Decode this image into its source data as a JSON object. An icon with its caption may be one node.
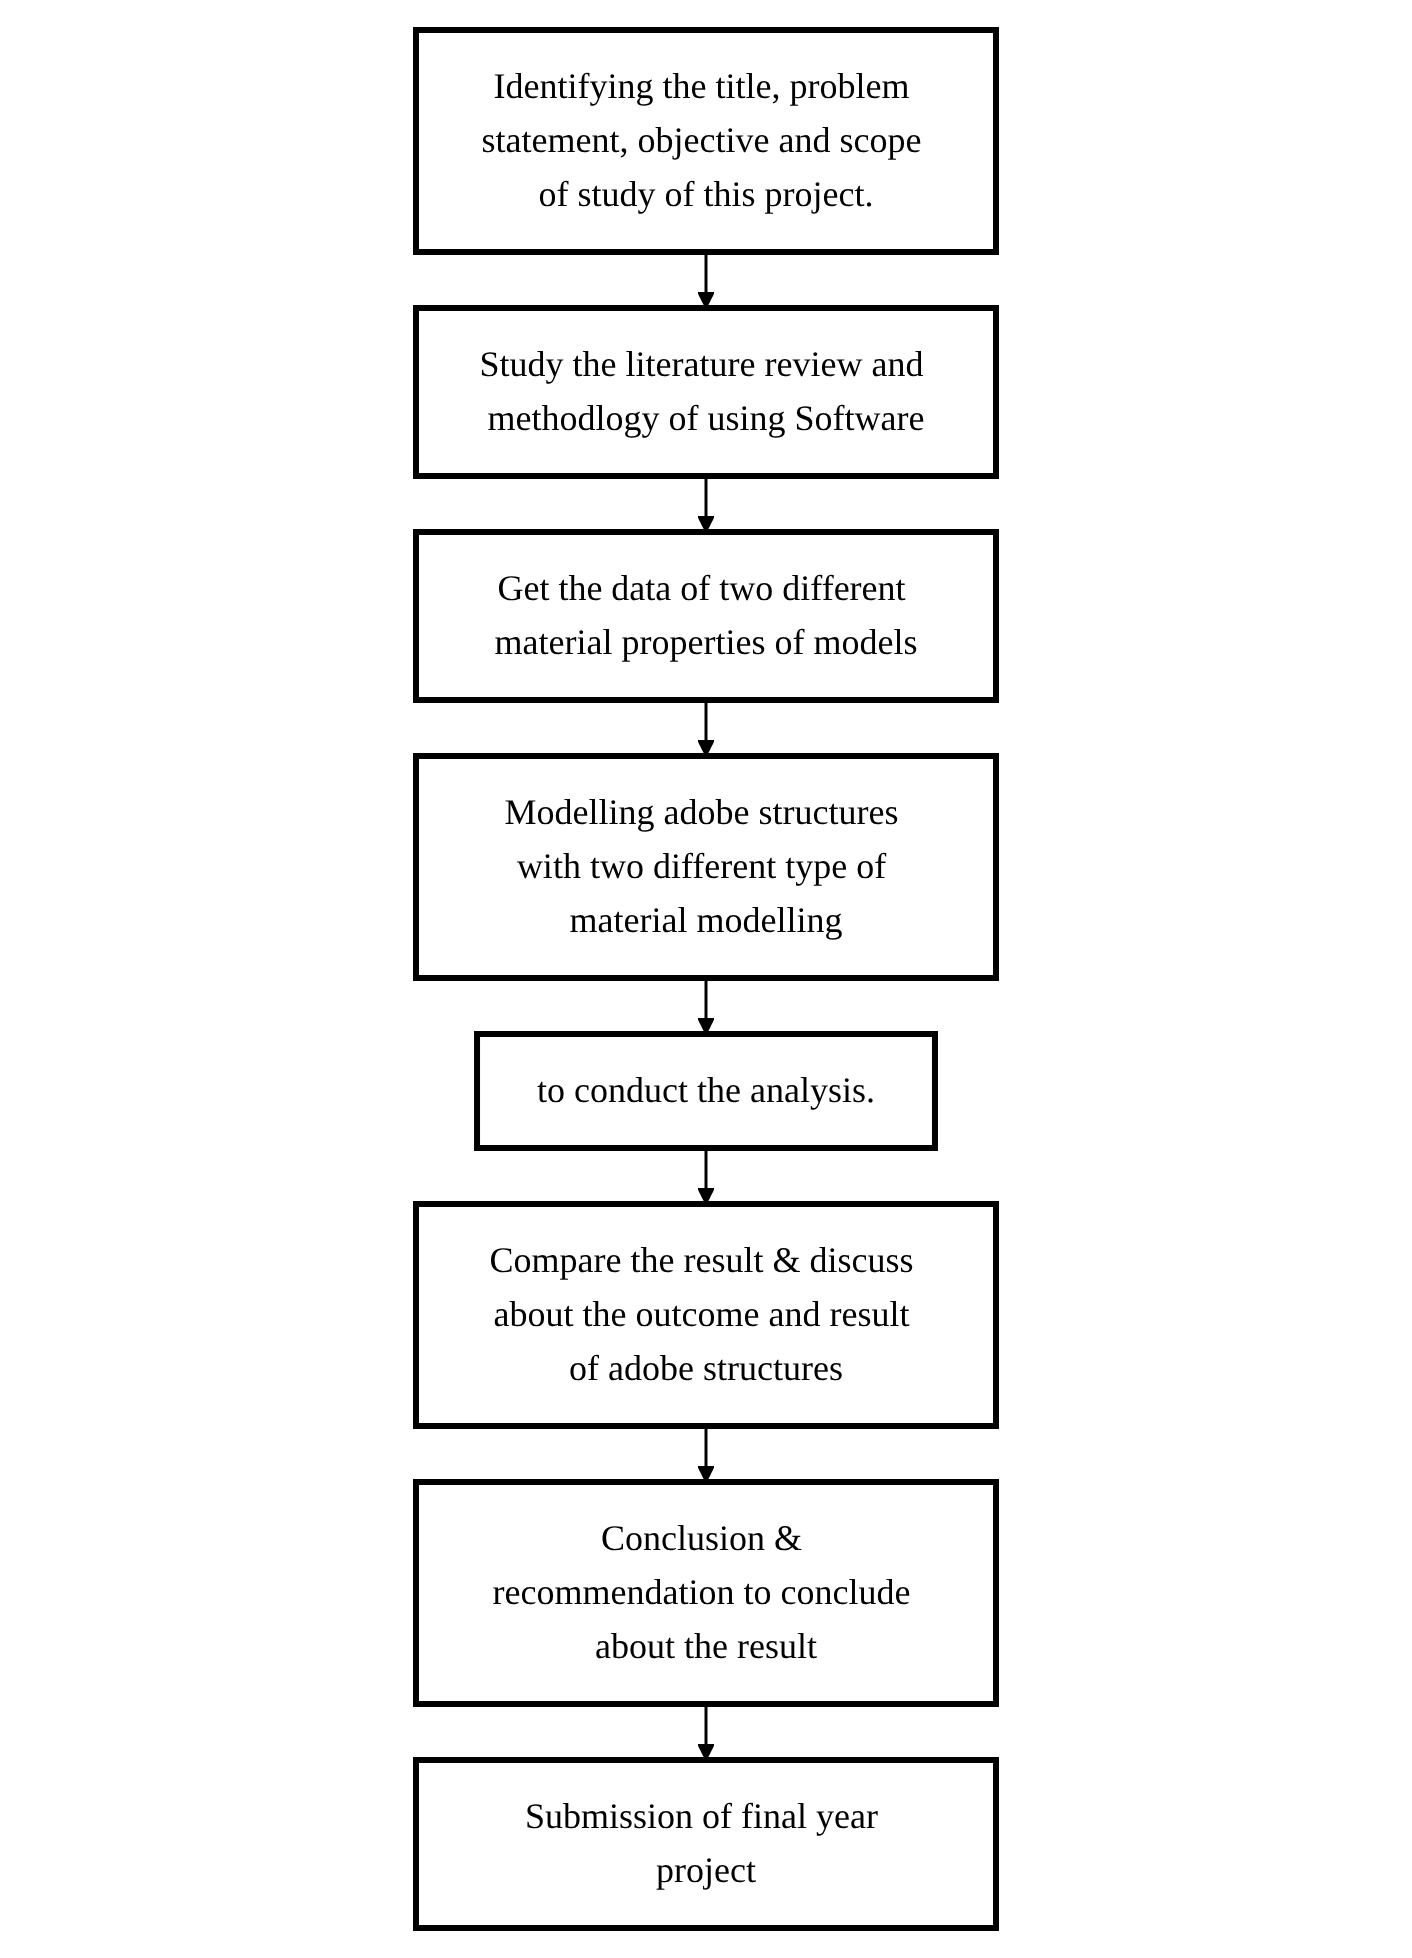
{
  "diagram": {
    "nodes": [
      {
        "text": [
          "Identifying the title, problem statement, objective and scope of study of this project."
        ]
      },
      {
        "text": [
          "Study the literature review and methodlogy of using Software"
        ]
      },
      {
        "text": [
          "Get the data of two different material properties of models"
        ]
      },
      {
        "text": [
          "Modelling adobe structures with two different type of material modelling"
        ]
      },
      {
        "text": [
          "to conduct the analysis."
        ]
      },
      {
        "text": [
          "Compare the result & discuss about the outcome and result of adobe structures"
        ]
      },
      {
        "text": [
          "Conclusion & recommendation to conclude about the result"
        ]
      },
      {
        "text": [
          "Submission of final year project"
        ]
      }
    ],
    "edges": [
      {
        "from": 0,
        "to": 1,
        "arrow": "to"
      },
      {
        "from": 1,
        "to": 2,
        "arrow": "to"
      },
      {
        "from": 2,
        "to": 3,
        "arrow": "to"
      },
      {
        "from": 3,
        "to": 4,
        "arrow": "to"
      },
      {
        "from": 4,
        "to": 5,
        "arrow": "to"
      },
      {
        "from": 5,
        "to": 6,
        "arrow": "to"
      },
      {
        "from": 6,
        "to": 7,
        "arrow": "to"
      }
    ]
  }
}
